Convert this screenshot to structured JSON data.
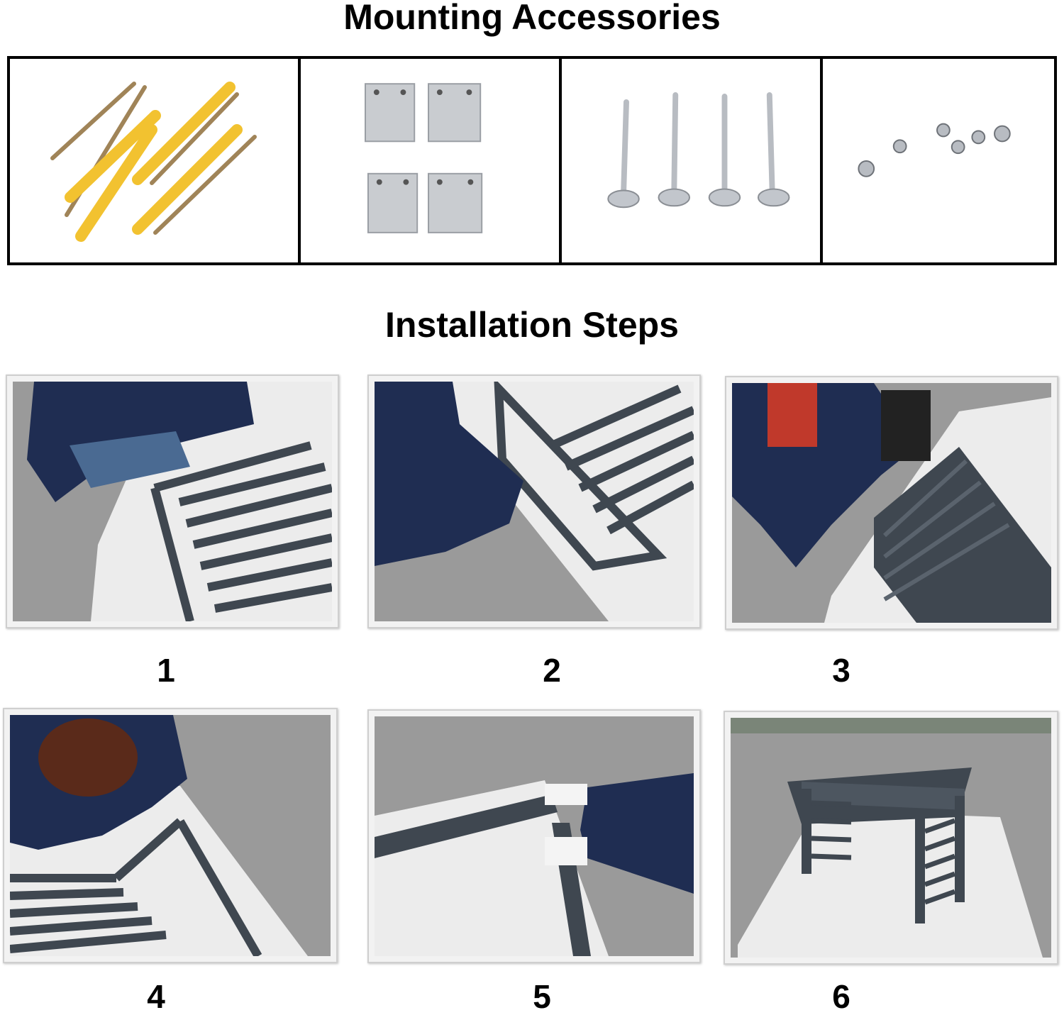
{
  "headings": {
    "accessories": "Mounting Accessories",
    "steps": "Installation Steps"
  },
  "accessories": [
    {
      "icon": "expansion-anchor-screws-icon"
    },
    {
      "icon": "metal-l-bracket-icon"
    },
    {
      "icon": "long-phillips-screws-icon"
    },
    {
      "icon": "short-self-tapping-screws-icon"
    }
  ],
  "steps": [
    {
      "number": "1"
    },
    {
      "number": "2"
    },
    {
      "number": "3"
    },
    {
      "number": "4"
    },
    {
      "number": "5"
    },
    {
      "number": "6"
    }
  ],
  "colors": {
    "frame": "#3f4750",
    "panel": "#ececec",
    "ground": "#9a9a9a",
    "jacket": "#1f2d52",
    "anchor": "#f2c230",
    "screw": "#a08458",
    "bracket": "#c9ccd0",
    "steel": "#b8bcc2"
  }
}
